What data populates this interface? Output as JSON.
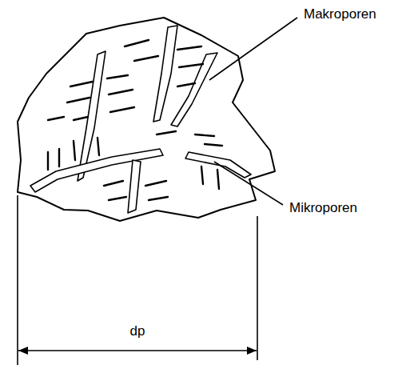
{
  "diagram": {
    "labels": [
      "Makroporen",
      "Mikroporen",
      "dp"
    ]
  }
}
